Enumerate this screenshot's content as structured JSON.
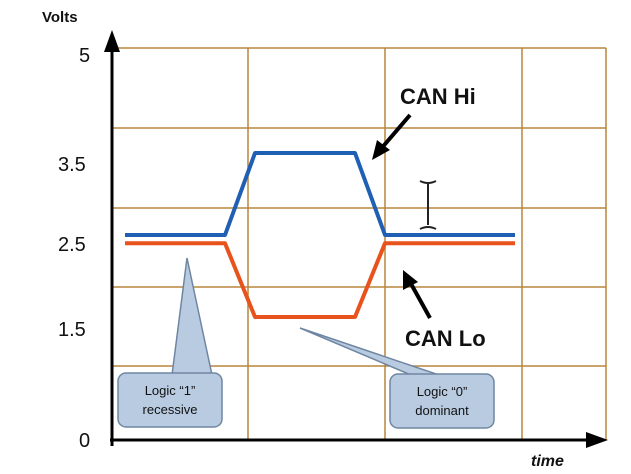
{
  "chart_data": {
    "type": "line",
    "ylabel": "Volts",
    "xlabel": "time",
    "ylim": [
      0,
      5
    ],
    "yticks": [
      {
        "label": "0",
        "value": 0
      },
      {
        "label": "1.5",
        "value": 1.5
      },
      {
        "label": "2.5",
        "value": 2.5
      },
      {
        "label": "3.5",
        "value": 3.5
      },
      {
        "label": "5",
        "value": 5
      }
    ],
    "series": [
      {
        "name": "CAN Hi",
        "color": "#1f5fb4",
        "points": [
          [
            0,
            2.5
          ],
          [
            1,
            2.5
          ],
          [
            1.3,
            3.5
          ],
          [
            2.3,
            3.5
          ],
          [
            2.6,
            2.5
          ],
          [
            3.9,
            2.5
          ]
        ]
      },
      {
        "name": "CAN Lo",
        "color": "#e8521c",
        "points": [
          [
            0,
            2.4
          ],
          [
            1,
            2.4
          ],
          [
            1.3,
            1.5
          ],
          [
            2.3,
            1.5
          ],
          [
            2.6,
            2.4
          ],
          [
            3.9,
            2.4
          ]
        ]
      }
    ],
    "annotations": [
      {
        "line1": "Logic “1”",
        "line2": "recessive"
      },
      {
        "line1": "Logic “0”",
        "line2": "dominant"
      }
    ],
    "grid": true,
    "grid_color": "#b8863c",
    "callout_fill": "#b8cbe0",
    "callout_stroke": "#6f86a3"
  }
}
